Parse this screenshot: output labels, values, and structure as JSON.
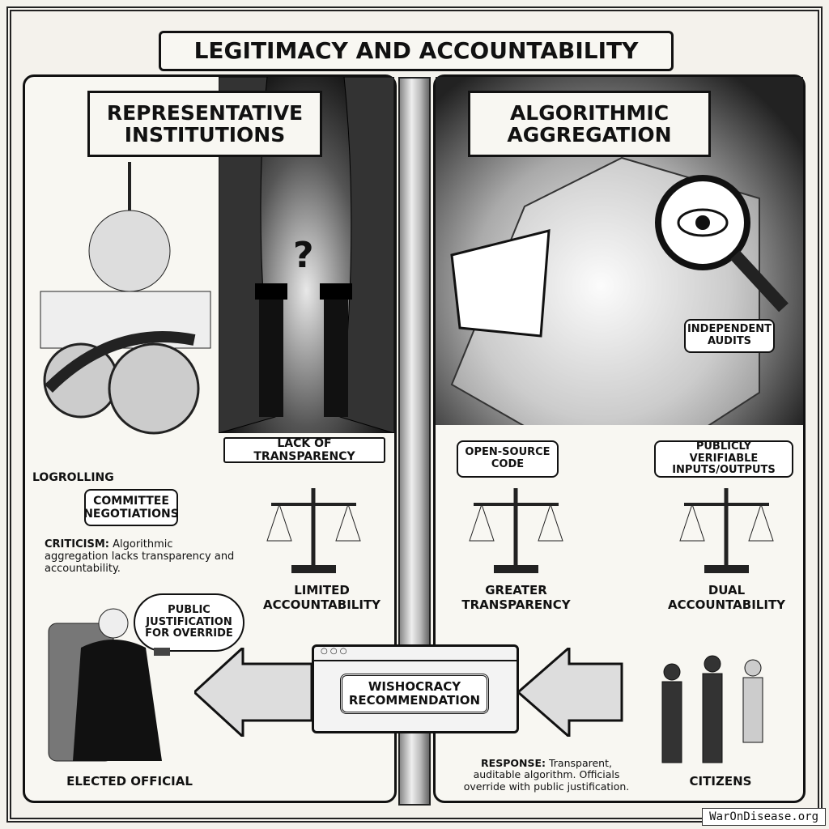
{
  "title": "LEGITIMACY AND ACCOUNTABILITY",
  "left": {
    "heading": "REPRESENTATIVE INSTITUTIONS",
    "lack_transparency": "LACK OF TRANSPARENCY",
    "logrolling": "LOGROLLING",
    "committee": "COMMITTEE NEGOTIATIONS",
    "criticism_label": "CRITICISM:",
    "criticism_text": "Algorithmic aggregation lacks transparency and accountability.",
    "limited": "LIMITED ACCOUNTABILITY",
    "bubble": "PUBLIC JUSTIFICATION FOR OVERRIDE",
    "official": "ELECTED OFFICIAL",
    "question": "?"
  },
  "right": {
    "heading": "ALGORITHMIC AGGREGATION",
    "audits": "INDEPENDENT AUDITS",
    "open_source": "OPEN-SOURCE CODE",
    "verifiable": "PUBLICLY VERIFIABLE INPUTS/OUTPUTS",
    "greater": "GREATER TRANSPARENCY",
    "dual": "DUAL ACCOUNTABILITY",
    "response_label": "RESPONSE:",
    "response_text": "Transparent, auditable algorithm. Officials override with public justification.",
    "citizens": "CITIZENS"
  },
  "center": {
    "recommendation": "WISHOCRACY RECOMMENDATION"
  },
  "watermark": "WarOnDisease.org"
}
